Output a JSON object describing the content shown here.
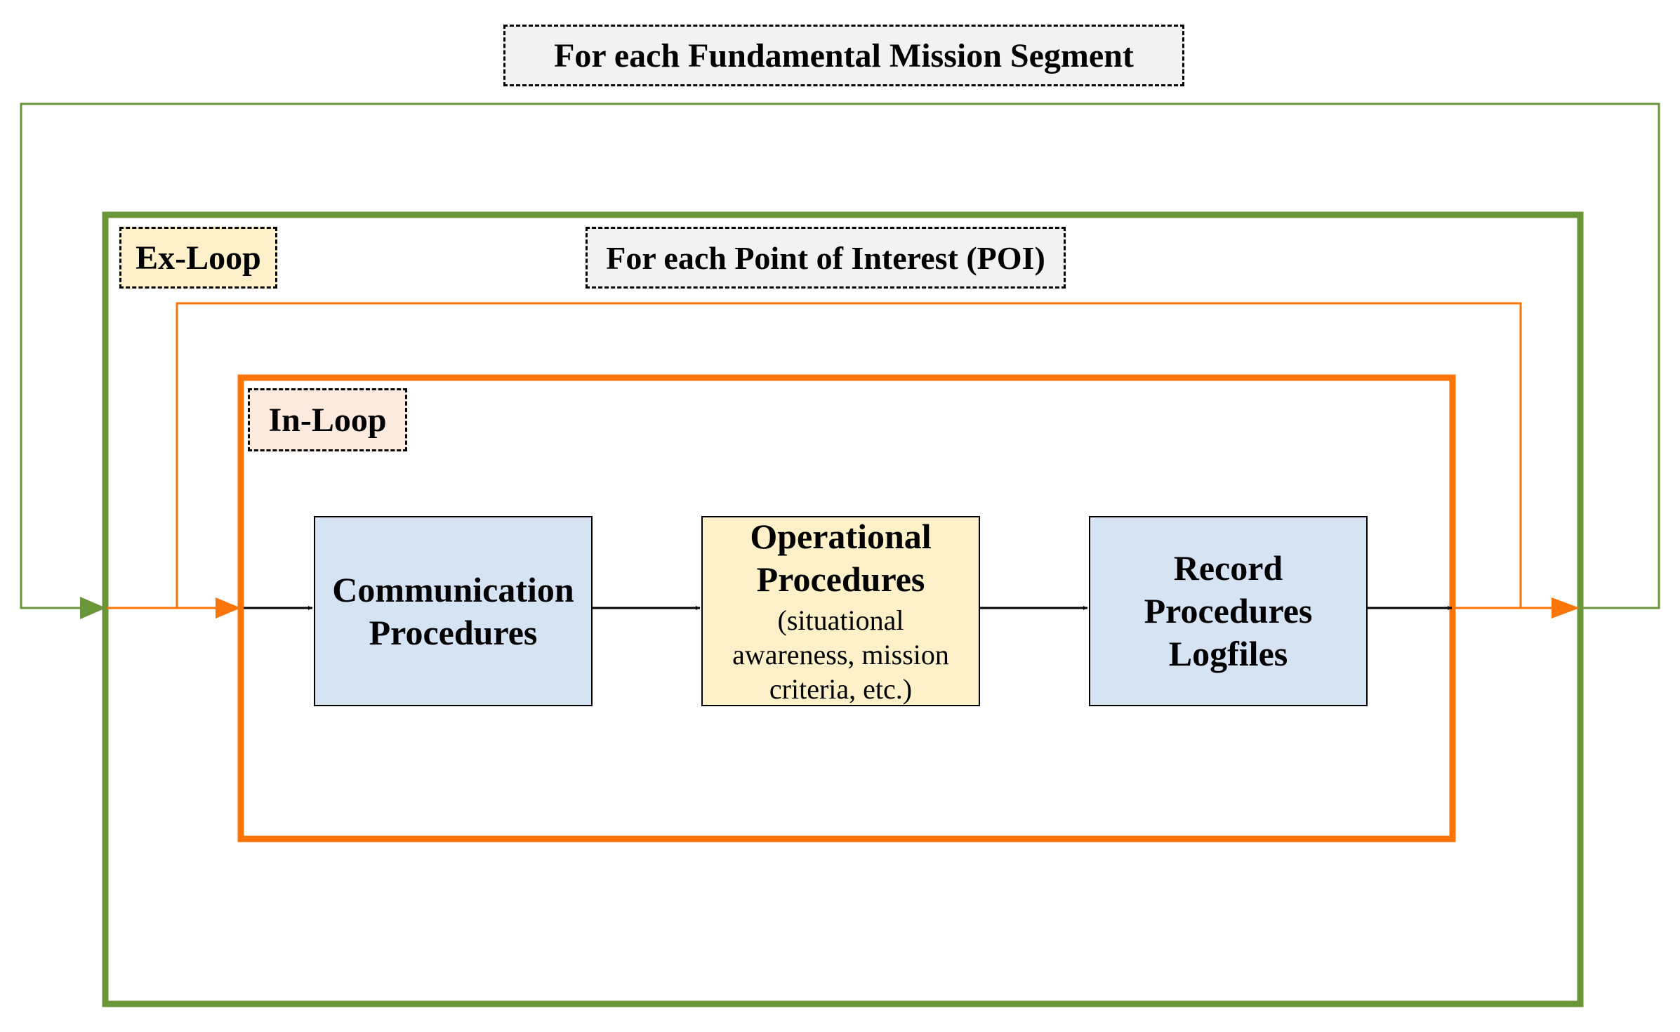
{
  "outer_label": "For each Fundamental Mission Segment",
  "poi_label": "For each Point of Interest (POI)",
  "ex_loop_label": "Ex-Loop",
  "in_loop_label": "In-Loop",
  "processes": {
    "communication": {
      "title_line1": "Communication",
      "title_line2": "Procedures",
      "fill": "#d6e3f3"
    },
    "operational": {
      "title_line1": "Operational",
      "title_line2": "Procedures",
      "detail_line1": "(situational",
      "detail_line2": "awareness, mission",
      "detail_line3": "criteria, etc.)",
      "fill": "#fef0c9"
    },
    "record": {
      "title_line1": "Record",
      "title_line2": "Procedures",
      "title_line3": "Logfiles",
      "fill": "#d6e3f3"
    }
  },
  "colors": {
    "ex_loop": "#6a963a",
    "in_loop": "#fb7407",
    "label_fill": "#f2f2f2",
    "ex_loop_label_fill": "#fef0c9",
    "in_loop_label_fill": "#fdeade",
    "flow": "#000000"
  }
}
